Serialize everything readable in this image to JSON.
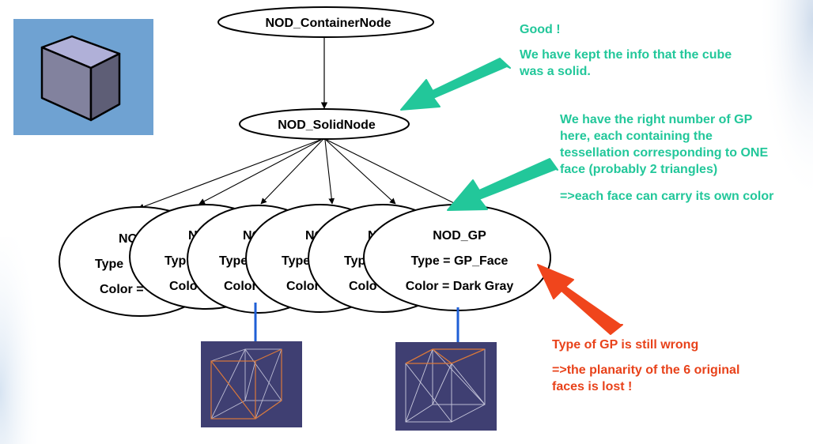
{
  "nodes": {
    "container": "NOD_ContainerNode",
    "solid": "NOD_SolidNode",
    "gp_partials": [
      {
        "name": "NO",
        "type": "Type",
        "color": "Color ="
      },
      {
        "name": "N",
        "type": "Typ",
        "color": "Colo"
      },
      {
        "name": "NO",
        "type": "Type",
        "color": "Color"
      },
      {
        "name": "NO",
        "type": "Type",
        "color": "Color"
      },
      {
        "name": "N",
        "type": "Typ",
        "color": "Colo"
      }
    ],
    "gp_front": {
      "name": "NOD_GP",
      "type": "Type = GP_Face",
      "color": "Color = Dark Gray"
    }
  },
  "notes": {
    "good_title": "Good !",
    "good_body": [
      "We have kept the info that the cube",
      "was a solid."
    ],
    "gp_body": [
      "We have the right number of GP",
      "here, each containing the",
      "tessellation corresponding to ONE",
      "face (probably 2 triangles)"
    ],
    "gp_color": "=>each face  can carry its own color",
    "wrong_title": "Type of GP is still wrong",
    "wrong_body": [
      "=>the planarity of the 6 original",
      "faces is lost !"
    ]
  },
  "colors": {
    "green": "#22c79a",
    "red": "#e8421a",
    "thumb_bg": "#6fa2d2",
    "mesh_bg": "#3f3f72",
    "connector": "#1f5fd6"
  }
}
